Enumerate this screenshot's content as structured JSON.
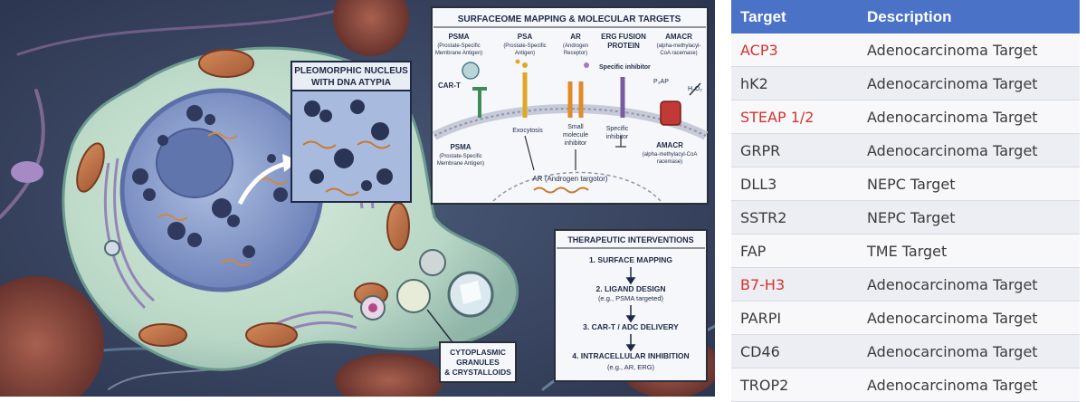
{
  "illustration": {
    "surfaceome_title": "SURFACEOME MAPPING & MOLECULAR TARGETS",
    "nucleus_title_1": "PLEOMORPHIC NUCLEUS",
    "nucleus_title_2": "WITH DNA ATYPIA",
    "targets_top": [
      {
        "name": "PSMA",
        "sub1": "(Prostate-Specific",
        "sub2": "Membrane Antigen)"
      },
      {
        "name": "PSA",
        "sub1": "(Prostate-Specific",
        "sub2": "Antigen)"
      },
      {
        "name": "AR",
        "sub1": "(Androgen",
        "sub2": "Receptor)"
      },
      {
        "name": "ERG FUSION",
        "sub1": "PROTEIN",
        "sub2": ""
      },
      {
        "name": "AMACR",
        "sub1": "(alpha-methylacyl-",
        "sub2": "CoA racemase)"
      }
    ],
    "car_t": "CAR-T",
    "specific_inhibitor_top": "Specific inhibitor",
    "p3ap": "P₃AP",
    "h2o2": "H₂O₂",
    "psma_bottom": "PSMA",
    "psma_bottom_sub1": "(Prostate-Specific",
    "psma_bottom_sub2": "Membrane Antigen)",
    "exocytosis": "Exocytosis",
    "small_molecule_1": "Small",
    "small_molecule_2": "molecule",
    "small_molecule_3": "inhibitor",
    "specific_inhibitor_1": "Specific",
    "specific_inhibitor_2": "inhibitor",
    "amacr_bottom": "AMACR",
    "amacr_bottom_sub1": "(alpha-methylacyl-CoA",
    "amacr_bottom_sub2": "racemase)",
    "ar_target": "AR (Androgen targotor)",
    "therapeutic_title": "THERAPEUTIC INTERVENTIONS",
    "steps": [
      {
        "line1": "1. SURFACE MAPPING",
        "line2": ""
      },
      {
        "line1": "2. LIGAND DESIGN",
        "line2": "(e.g., PSMA targeted)"
      },
      {
        "line1": "3. CAR-T / ADC DELIVERY",
        "line2": ""
      },
      {
        "line1": "4. INTRACELLULAR INHIBITION",
        "line2": "(e.g., AR, ERG)"
      }
    ],
    "granules_1": "CYTOPLASMIC",
    "granules_2": "GRANULES",
    "granules_3": "& CRYSTALLOIDS"
  },
  "table": {
    "header_target": "Target",
    "header_description": "Description",
    "rows": [
      {
        "target": "ACP3",
        "description": "Adenocarcinoma Target",
        "highlight": true
      },
      {
        "target": "hK2",
        "description": "Adenocarcinoma Target",
        "highlight": false
      },
      {
        "target": "STEAP 1/2",
        "description": "Adenocarcinoma Target",
        "highlight": true
      },
      {
        "target": "GRPR",
        "description": "Adenocarcinoma Target",
        "highlight": false
      },
      {
        "target": "DLL3",
        "description": "NEPC Target",
        "highlight": false
      },
      {
        "target": "SSTR2",
        "description": "NEPC Target",
        "highlight": false
      },
      {
        "target": "FAP",
        "description": "TME Target",
        "highlight": false
      },
      {
        "target": "B7-H3",
        "description": "Adenocarcinoma Target",
        "highlight": true
      },
      {
        "target": "PARPI",
        "description": "Adenocarcinoma Target",
        "highlight": false
      },
      {
        "target": "CD46",
        "description": "Adenocarcinoma Target",
        "highlight": false
      },
      {
        "target": "TROP2",
        "description": "Adenocarcinoma Target",
        "highlight": false
      }
    ]
  },
  "colors": {
    "header_bg": "#4a72c6",
    "highlight_text": "#d6322e"
  }
}
